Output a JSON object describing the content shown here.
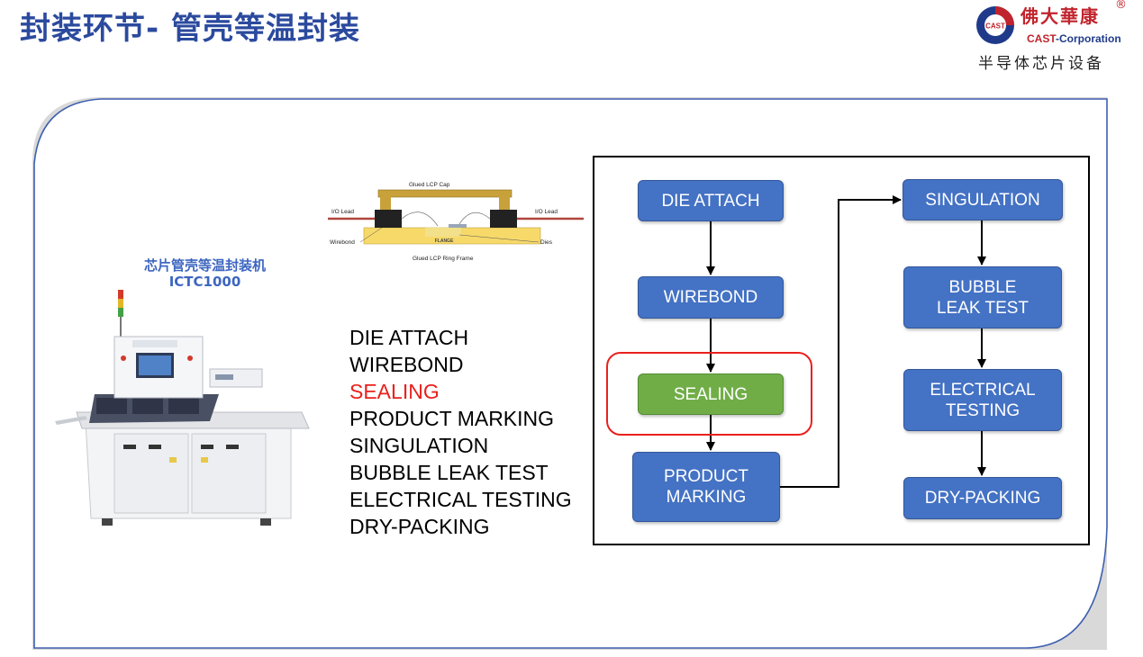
{
  "title": "封装环节- 管壳等温封装",
  "logo": {
    "badge_text": "CAST",
    "cn_name": "佛大華康",
    "registered": "®",
    "en_prefix": "CAST",
    "en_suffix": "-Corporation",
    "tagline": "半导体芯片设备"
  },
  "machine": {
    "name": "芯片管壳等温封装机",
    "model": "ICTC1000"
  },
  "diagram": {
    "cap_label": "Glued LCP Cap",
    "lead_left": "I/O Lead",
    "lead_right": "I/O Lead",
    "wirebond_label": "Wirebond",
    "flange_label": "FLANGE",
    "dies_label": "Dies",
    "frame_label": "Glued LCP Ring Frame"
  },
  "steps": [
    {
      "label": "DIE ATTACH",
      "highlighted": false
    },
    {
      "label": "WIREBOND",
      "highlighted": false
    },
    {
      "label": "SEALING",
      "highlighted": true
    },
    {
      "label": "PRODUCT MARKING",
      "highlighted": false
    },
    {
      "label": "SINGULATION",
      "highlighted": false
    },
    {
      "label": "BUBBLE LEAK TEST",
      "highlighted": false
    },
    {
      "label": "ELECTRICAL TESTING",
      "highlighted": false
    },
    {
      "label": "DRY-PACKING",
      "highlighted": false
    }
  ],
  "flow": {
    "die_attach": "DIE ATTACH",
    "wirebond": "WIREBOND",
    "sealing": "SEALING",
    "product_marking": "PRODUCT MARKING",
    "singulation": "SINGULATION",
    "bubble_leak_test": "BUBBLE LEAK TEST",
    "electrical_testing": "ELECTRICAL TESTING",
    "dry_packing": "DRY-PACKING",
    "current_step": "SEALING"
  },
  "colors": {
    "title": "#2b4a9e",
    "node_blue": "#4472c4",
    "node_green": "#70ad47",
    "highlight_red": "#e8211d",
    "frame_grey": "#d9d9d9",
    "frame_blue": "#3d5fb0"
  }
}
